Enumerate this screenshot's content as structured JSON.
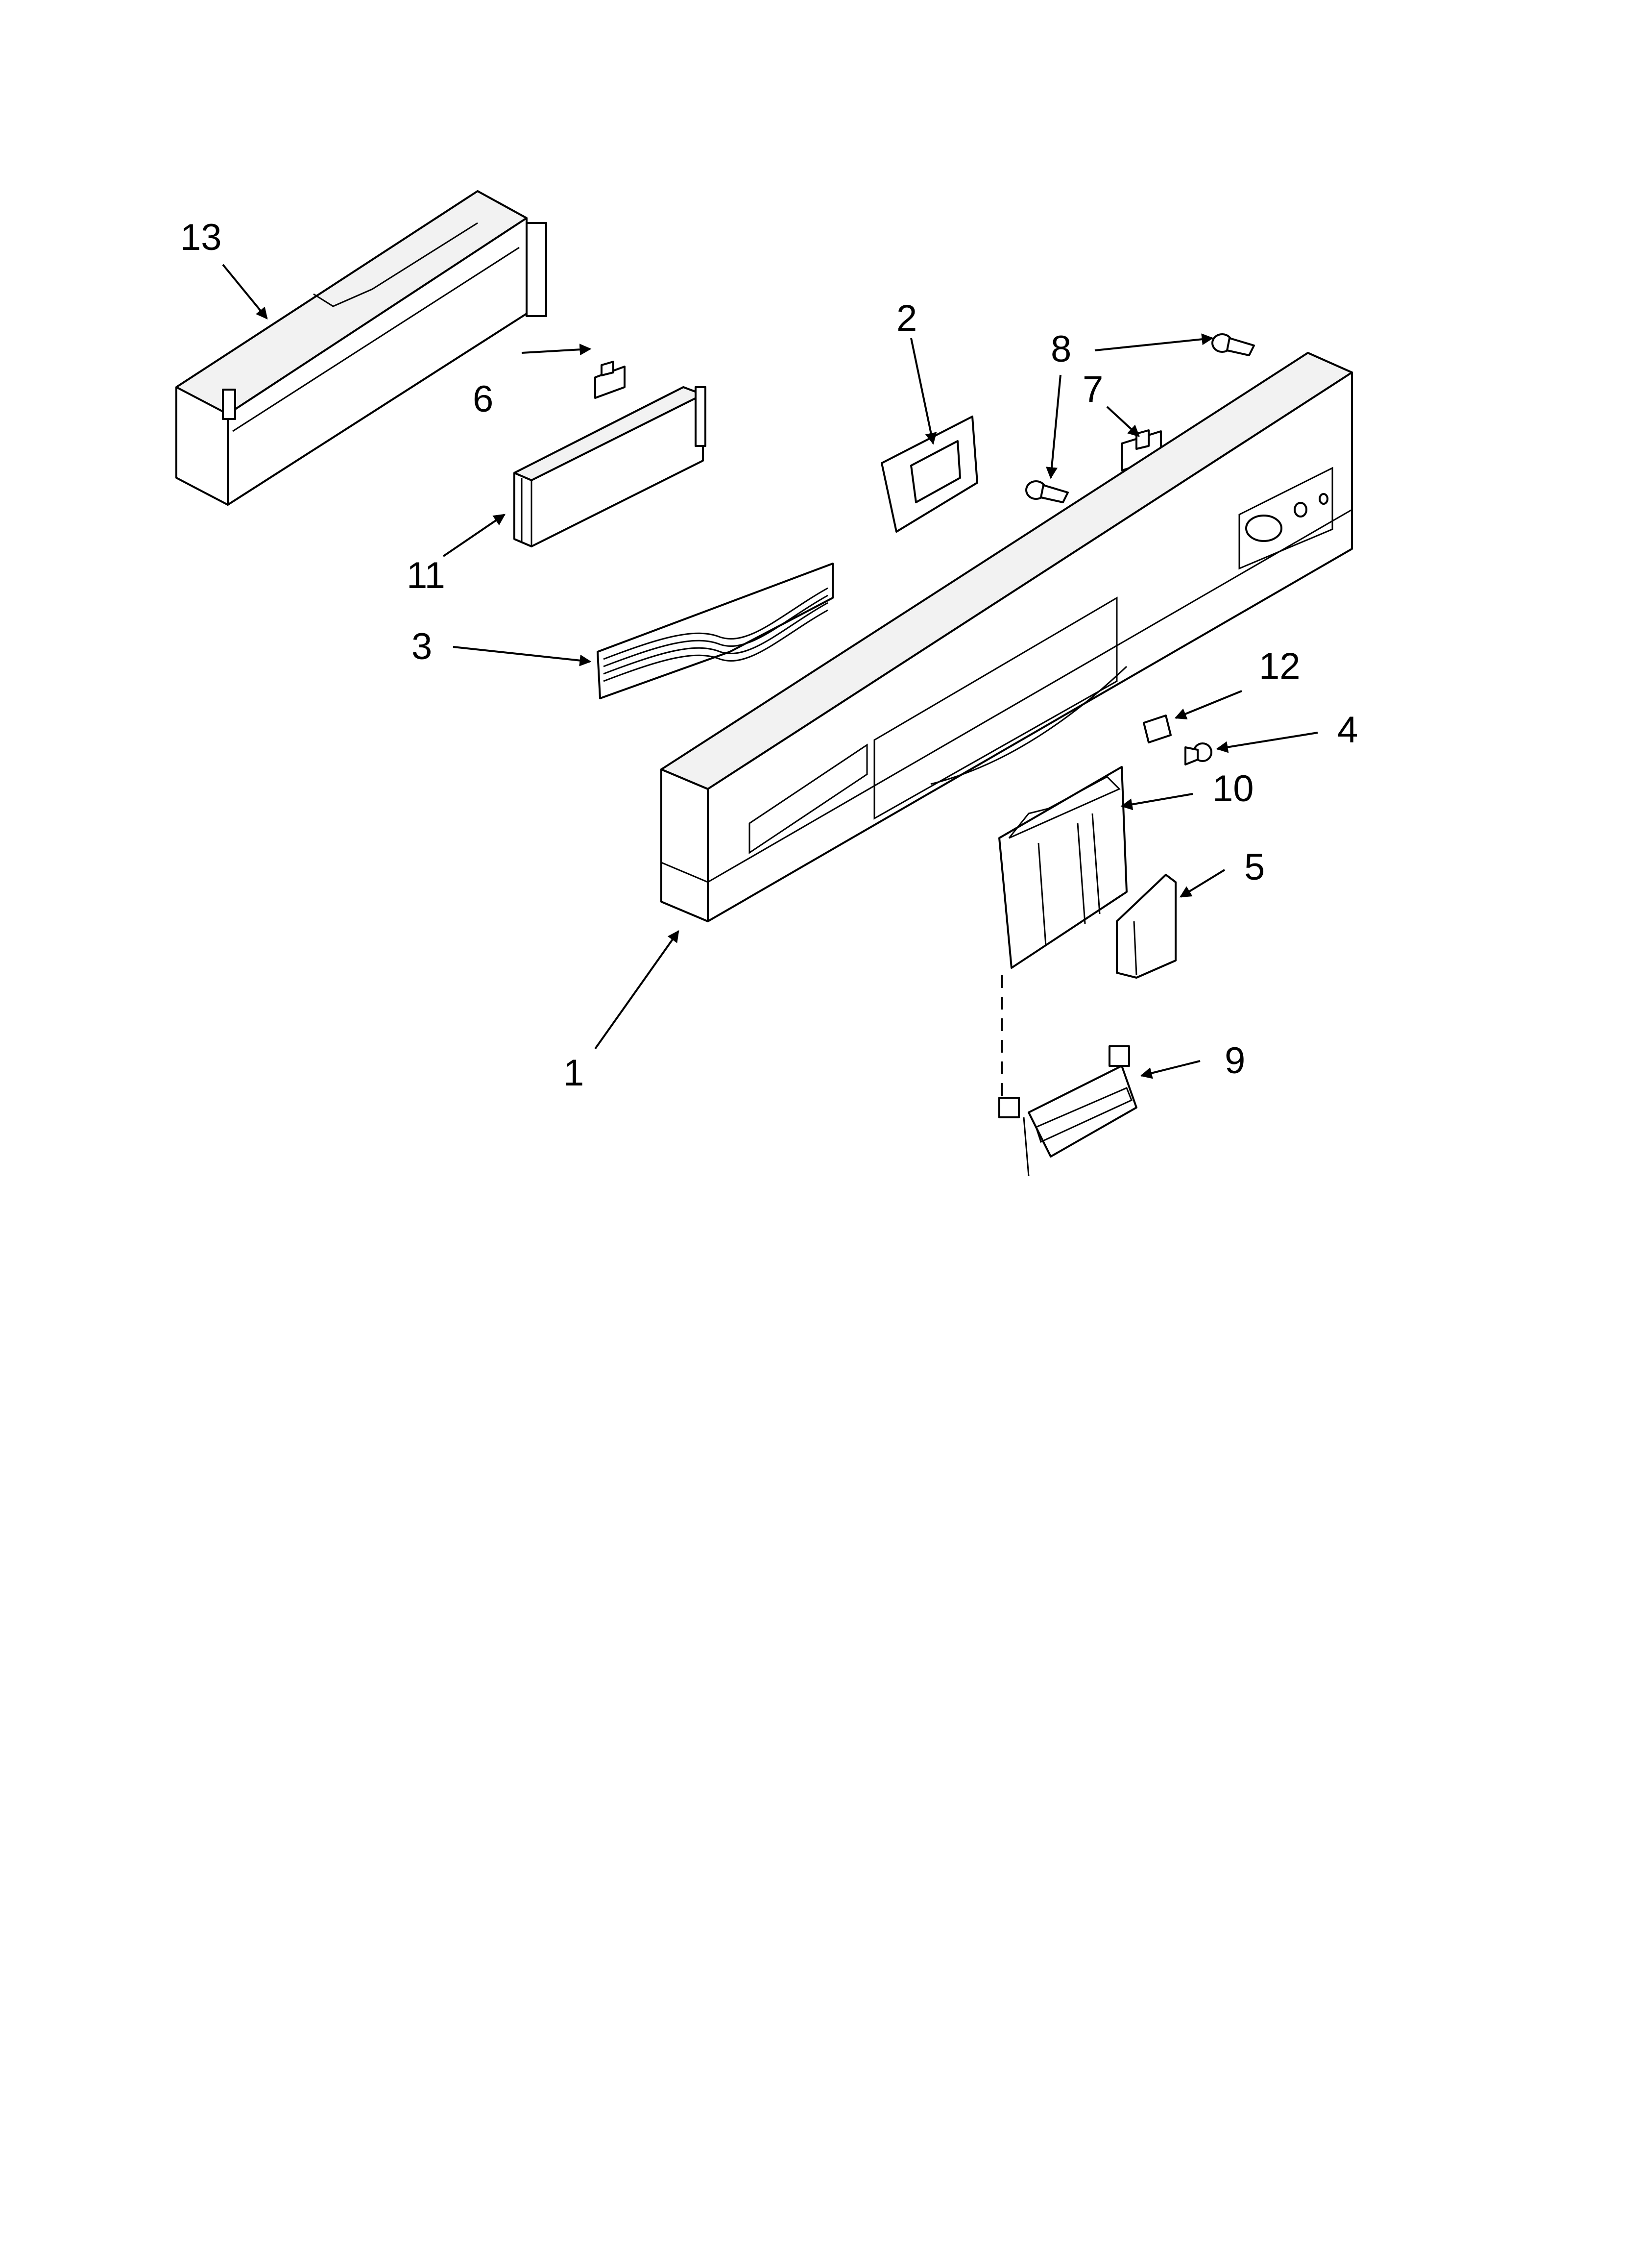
{
  "diagram": {
    "colors": {
      "line": "#000000",
      "background": "#ffffff"
    },
    "callouts": [
      {
        "id": "1",
        "label": "1"
      },
      {
        "id": "2",
        "label": "2"
      },
      {
        "id": "3",
        "label": "3"
      },
      {
        "id": "4",
        "label": "4"
      },
      {
        "id": "5",
        "label": "5"
      },
      {
        "id": "6",
        "label": "6"
      },
      {
        "id": "7",
        "label": "7"
      },
      {
        "id": "8",
        "label": "8"
      },
      {
        "id": "9",
        "label": "9"
      },
      {
        "id": "10",
        "label": "10"
      },
      {
        "id": "11",
        "label": "11"
      },
      {
        "id": "12",
        "label": "12"
      },
      {
        "id": "13",
        "label": "13"
      }
    ]
  }
}
